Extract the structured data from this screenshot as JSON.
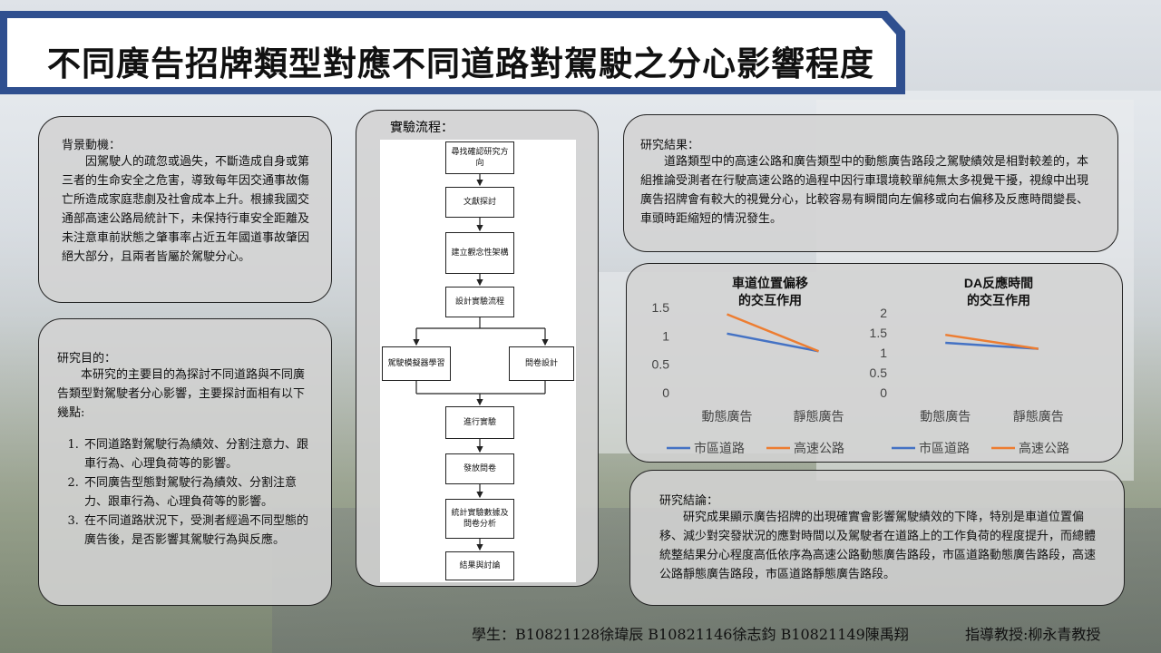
{
  "title": "不同廣告招牌類型對應不同道路對駕駛之分心影響程度",
  "background": {
    "heading": "背景動機：",
    "body": "因駕駛人的疏忽或過失，不斷造成自身或第三者的生命安全之危害，導致每年因交通事故傷亡所造成家庭悲劇及社會成本上升。根據我國交通部高速公路局統計下，未保持行車安全距離及未注意車前狀態之肇事率占近五年國道事故肇因絕大部分，且兩者皆屬於駕駛分心。"
  },
  "purpose": {
    "heading": "研究目的：",
    "intro": "本研究的主要目的為探討不同道路與不同廣告類型對駕駛者分心影響，主要探討面相有以下幾點:",
    "items": [
      "不同道路對駕駛行為績效、分割注意力、跟車行為、心理負荷等的影響。",
      "不同廣告型態對駕駛行為績效、分割注意力、跟車行為、心理負荷等的影響。",
      "在不同道路狀況下，受測者經過不同型態的廣告後，是否影響其駕駛行為與反應。"
    ]
  },
  "flow": {
    "heading": "實驗流程：",
    "steps": {
      "s1": "尋找確認研究方向",
      "s2": "文獻探討",
      "s3": "建立觀念性架構",
      "s4": "設計實驗流程",
      "s5a": "駕駛模擬器學習",
      "s5b": "問卷設計",
      "s6": "進行實驗",
      "s7": "發放問卷",
      "s8": "統計實驗數據及問卷分析",
      "s9": "結果與討論"
    }
  },
  "results": {
    "heading": "研究結果：",
    "body": "道路類型中的高速公路和廣告類型中的動態廣告路段之駕駛績效是相對較差的，本組推論受測者在行駛高速公路的過程中因行車環境較單純無太多視覺干擾，視線中出現廣告招牌會有較大的視覺分心，比較容易有瞬間向左偏移或向右偏移及反應時間變長、車頭時距縮短的情況發生。"
  },
  "conclusion": {
    "heading": "研究結論：",
    "body": "研究成果顯示廣告招牌的出現確實會影響駕駛績效的下降，特別是車道位置偏移、減少對突發狀況的應對時間以及駕駛者在道路上的工作負荷的程度提升，而總體統整結果分心程度高低依序為高速公路動態廣告路段，市區道路動態廣告路段，高速公路靜態廣告路段，市區道路靜態廣告路段。"
  },
  "footer": {
    "students": "學生：B10821128徐瑋辰 B10821146徐志鈞 B10821149陳禹翔",
    "advisor": "指導教授:柳永青教授"
  },
  "colors": {
    "city": "#4472C4",
    "highway": "#ED7D31",
    "title_border": "#2F4F8F"
  },
  "chart_data": [
    {
      "type": "line",
      "title": "車道位置偏移\n的交互作用",
      "categories": [
        "動態廣告",
        "靜態廣告"
      ],
      "ylim": [
        0,
        1.5
      ],
      "yticks": [
        "0",
        "0.5",
        "1",
        "1.5"
      ],
      "series": [
        {
          "name": "市區道路",
          "values": [
            1.04,
            0.73
          ]
        },
        {
          "name": "高速公路",
          "values": [
            1.38,
            0.73
          ]
        }
      ]
    },
    {
      "type": "line",
      "title": "DA反應時間\n的交互作用",
      "categories": [
        "動態廣告",
        "靜態廣告"
      ],
      "ylim": [
        0,
        2
      ],
      "yticks": [
        "0",
        "0.5",
        "1",
        "1.5",
        "2"
      ],
      "series": [
        {
          "name": "市區道路",
          "values": [
            1.25,
            1.1
          ]
        },
        {
          "name": "高速公路",
          "values": [
            1.45,
            1.1
          ]
        }
      ]
    }
  ]
}
